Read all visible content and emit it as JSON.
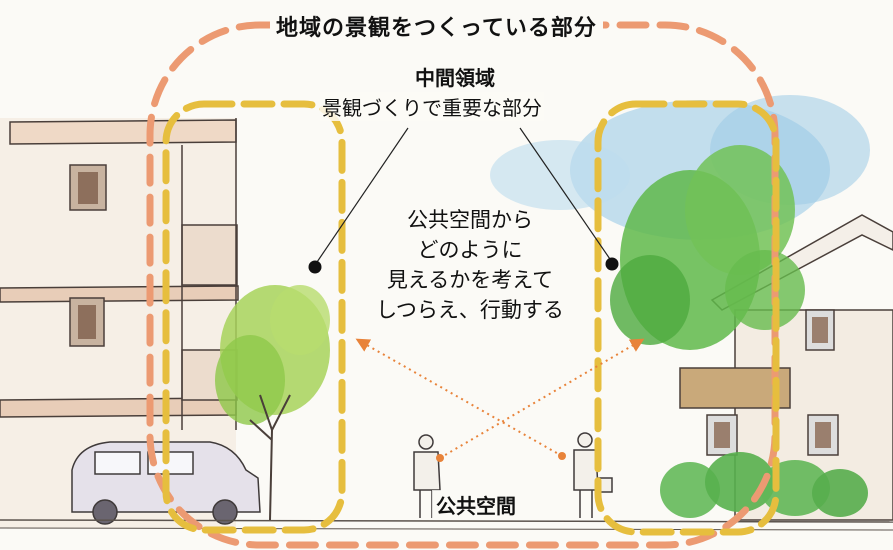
{
  "outer_label": "地域の景観をつくっている部分",
  "intermediate": {
    "title": "中間領域",
    "subtitle": "景観づくりで重要な部分"
  },
  "center_text": [
    "公共空間から",
    "どのように",
    "見えるかを考えて",
    "しつらえ、行動する"
  ],
  "public_label": "公共空間",
  "colors": {
    "outer_boundary": "#ec9a72",
    "intermediate_zone": "#e6be3e",
    "sight_arrow": "#e8833a",
    "tree_green": "#8ec84a",
    "sky_blue": "#8fc6e6"
  }
}
